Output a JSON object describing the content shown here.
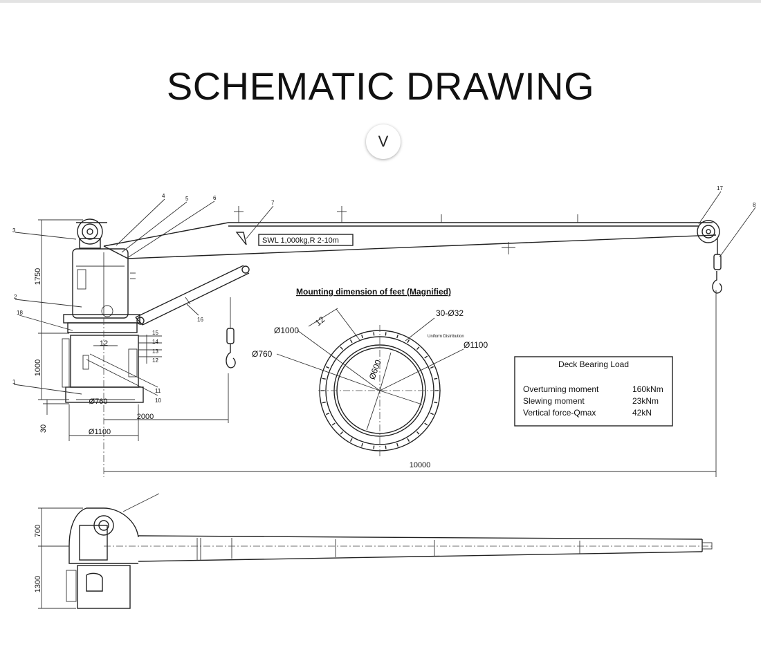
{
  "page": {
    "title": "SCHEMATIC DRAWING",
    "scroll_button": "V"
  },
  "elevation": {
    "swl_label": "SWL 1,000kg,R 2-10m",
    "part_numbers": [
      "1",
      "2",
      "3",
      "4",
      "5",
      "6",
      "7",
      "8",
      "10",
      "11",
      "12",
      "13",
      "14",
      "15",
      "16",
      "17",
      "18"
    ],
    "dims": {
      "height": "1750",
      "pedestal": "1000",
      "base": "30",
      "offset": "2000",
      "pedestal_dia": "Ø760",
      "base_dia": "Ø1100",
      "reach": "10000",
      "small": "12"
    }
  },
  "mounting": {
    "title": "Mounting dimension of feet (Magnified)",
    "dia_outer": "Ø1000",
    "dia_760": "Ø760",
    "dia_1100": "Ø1100",
    "dia_600": "Ø600",
    "bolts": "30-Ø32",
    "distribution": "Uniform Distribution",
    "angle": "12"
  },
  "deck_load": {
    "title": "Deck Bearing Load",
    "rows": [
      {
        "label": "Overturning moment",
        "value": "160kNm"
      },
      {
        "label": "Slewing moment",
        "value": "23kNm"
      },
      {
        "label": "Vertical force-Qmax",
        "value": "42kN"
      }
    ]
  },
  "plan": {
    "dim_top": "700",
    "dim_bottom": "1300"
  }
}
